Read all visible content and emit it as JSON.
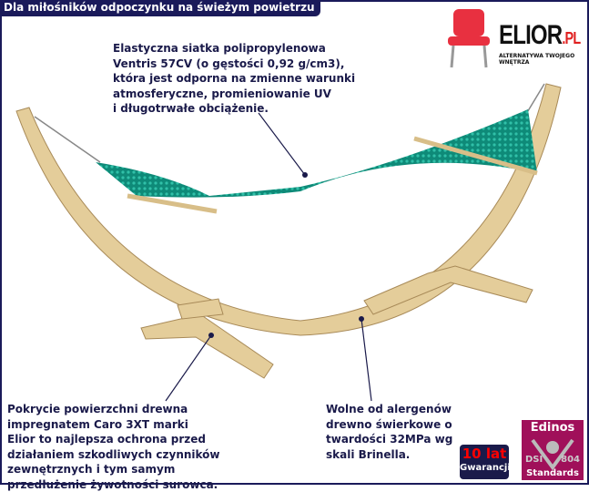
{
  "header": {
    "title": "Dla miłośników odpoczynku na świeżym powietrzu"
  },
  "logo": {
    "brand": "ELIOR",
    "suffix": ".PL",
    "tagline": "ALTERNATYWA TWOJEGO WNĘTRZA"
  },
  "notes": {
    "net": [
      "Elastyczna siatka polipropylenowa",
      "Ventris 57CV (o gęstości 0,92 g/cm3),",
      "która jest odporna na zmienne warunki",
      "atmosferyczne, promieniowanie UV",
      "i długotrwałe obciążenie."
    ],
    "coating": [
      "Pokrycie powierzchni drewna",
      "impregnatem Caro 3XT marki",
      "Elior to najlepsza ochrona przed",
      "działaniem szkodliwych czynników",
      "zewnętrznych i tym samym",
      "przedłużenie żywotności surowca."
    ],
    "wood": [
      "Wolne od alergenów",
      "drewno świerkowe o",
      "twardości 32MPa wg",
      "skali Brinella."
    ]
  },
  "badges": {
    "warranty_big": "10 lat",
    "warranty_small": "Gwarancji",
    "edinos_title": "Edinos",
    "edinos_dsi": "DSI",
    "edinos_num": "804",
    "edinos_std": "Standards"
  },
  "colors": {
    "frame": "#1a1a5a",
    "net": "#0f9a86",
    "wood": "#e0c894"
  }
}
